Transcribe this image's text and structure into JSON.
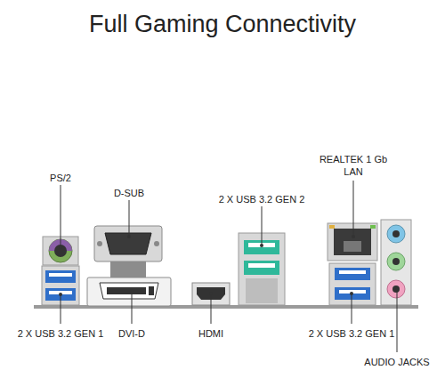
{
  "diagram": {
    "title": "Full Gaming Connectivity",
    "labels": [
      "PS/2",
      "D-SUB",
      "2 X USB 3.2 GEN 2",
      "REALTEK 1 Gb LAN",
      "2 X USB 3.2 GEN 1",
      "DVI-D",
      "HDMI",
      "2 X USB 3.2 GEN 1",
      "AUDIO JACKS"
    ]
  }
}
